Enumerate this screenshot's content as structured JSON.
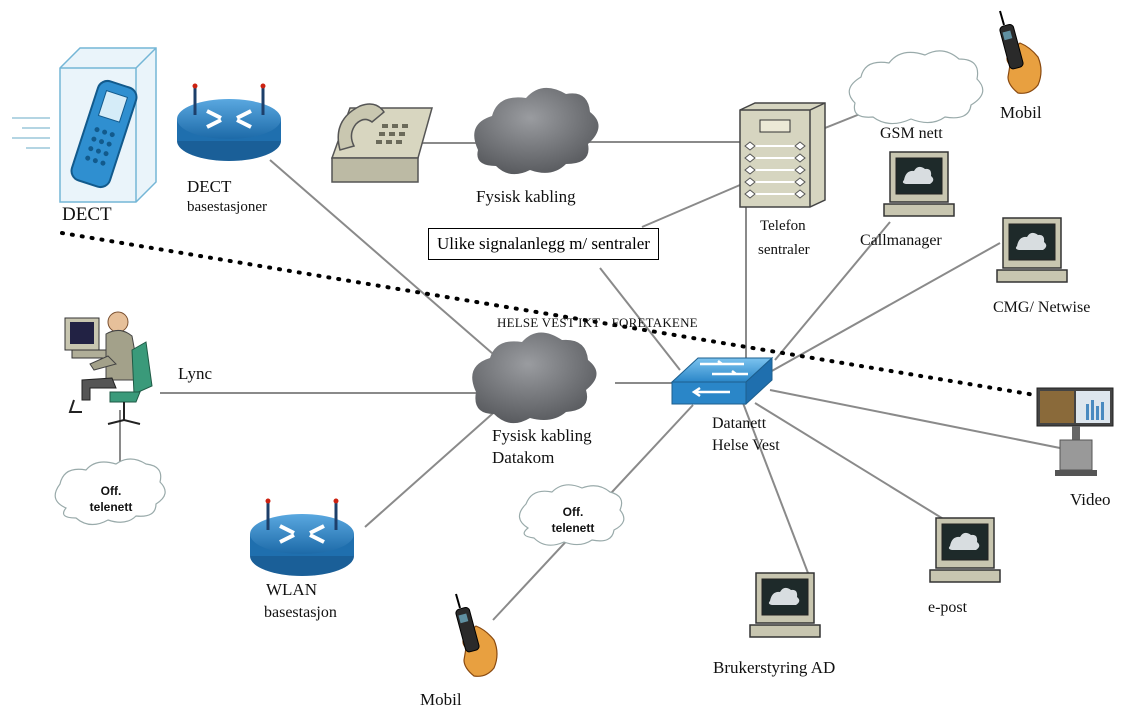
{
  "labels": {
    "dect": "DECT",
    "dect_base_1": "DECT",
    "dect_base_2": "basestasjoner",
    "fysisk_kabling": "Fysisk kabling",
    "telefon_1": "Telefon",
    "telefon_2": "sentraler",
    "gsm": "GSM nett",
    "mobil_top": "Mobil",
    "signalanlegg": "Ulike signalanlegg m/ sentraler",
    "callmanager": "Callmanager",
    "cmg": "CMG/ Netwise",
    "zone": "HELSE VEST IKT - FORETAKENE",
    "lync": "Lync",
    "fysisk_datakom_1": "Fysisk kabling",
    "fysisk_datakom_2": "Datakom",
    "datanett_1": "Datanett",
    "datanett_2": "Helse Vest",
    "video": "Video",
    "off_telenett_left_1": "Off.",
    "off_telenett_left_2": "telenett",
    "off_telenett_mid_1": "Off.",
    "off_telenett_mid_2": "telenett",
    "wlan_1": "WLAN",
    "wlan_2": "basestasjon",
    "mobil_bottom": "Mobil",
    "brukerstyring": "Brukerstyring AD",
    "epost": "e-post"
  },
  "icons": {
    "cloud": "cloud-icon",
    "router": "router-icon",
    "switch": "switch-icon",
    "pbx": "pbx-icon",
    "phone": "desk-phone-icon",
    "monitor": "monitor-icon",
    "mobile": "mobile-hand-icon",
    "dect_phone": "dect-phone-icon",
    "user": "user-workstation-icon",
    "video": "video-conference-icon"
  },
  "colors": {
    "line": "#8a8a8a",
    "cloud_fill": "#6f7175",
    "router_blue": "#2b7fc1",
    "switch_blue": "#3a9ad9",
    "pbx_fill": "#d6d5c0",
    "phone_fill": "#d8d6c0"
  }
}
